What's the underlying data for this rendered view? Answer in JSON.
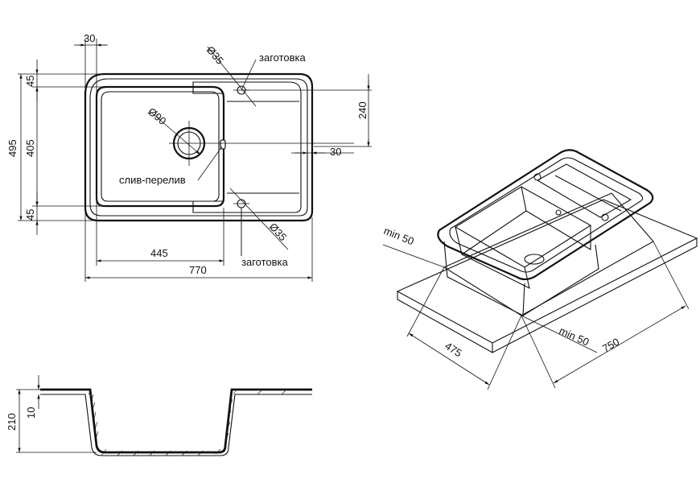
{
  "top_view": {
    "dims": {
      "flange_width": "30",
      "top_margin": "45",
      "bowl_height": "405",
      "overall_height": "495",
      "bottom_margin": "45",
      "bowl_width": "445",
      "overall_width": "770",
      "drainboard_height": "240",
      "overflow_offset": "30",
      "drain_diameter": "Ø90",
      "tap_hole_top": "Ø35",
      "tap_hole_bottom": "Ø35"
    },
    "notes": {
      "blank_top": "заготовка",
      "blank_bottom": "заготовка",
      "overflow": "слив-перелив"
    }
  },
  "section_view": {
    "dims": {
      "depth": "210",
      "rim": "10"
    }
  },
  "iso_view": {
    "dims": {
      "left_clearance": "min 50",
      "right_clearance": "min 50",
      "cutout_depth": "475",
      "cutout_width": "750"
    }
  }
}
